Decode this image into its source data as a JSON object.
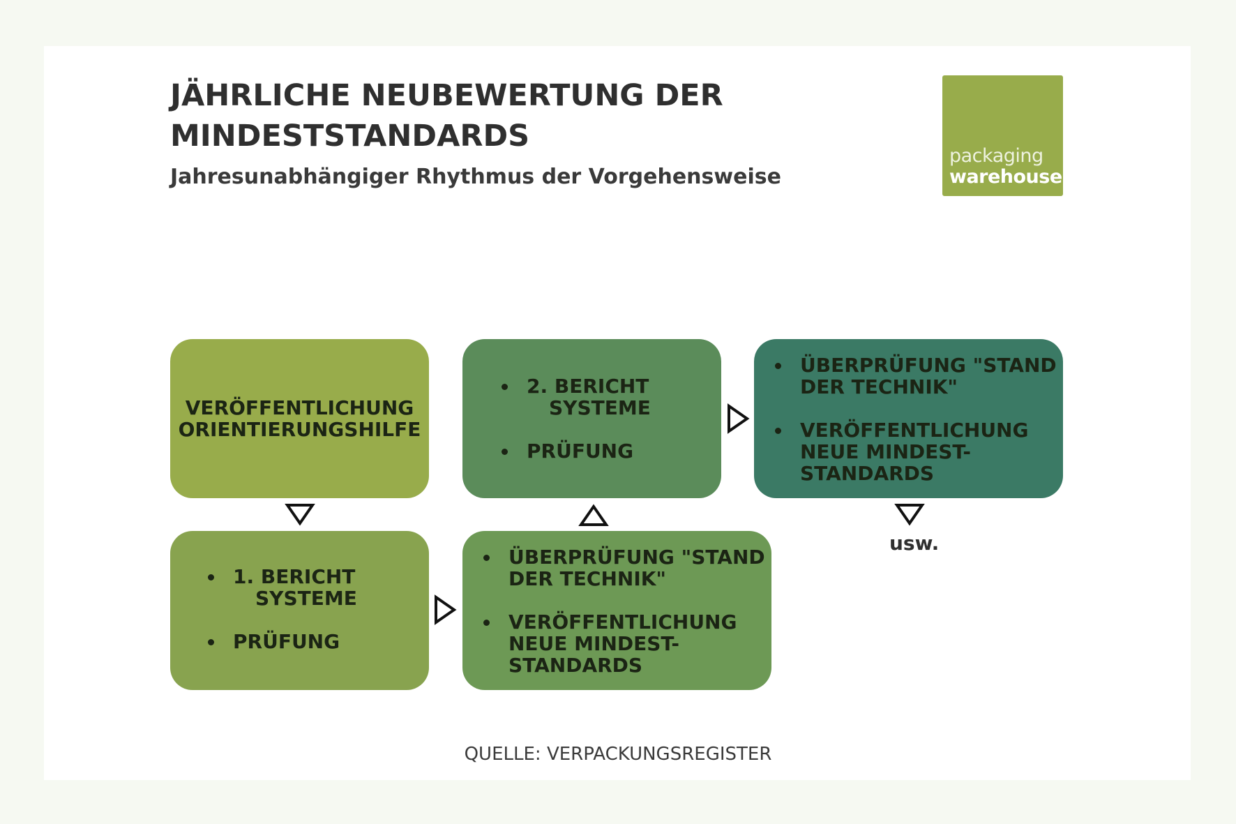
{
  "header": {
    "title_line1": "JÄHRLICHE NEUBEWERTUNG DER",
    "title_line2": "MINDESTSTANDARDS",
    "subtitle": "Jahresunabhängiger Rhythmus der Vorgehensweise"
  },
  "logo": {
    "line1": "packaging",
    "line2": "warehouse",
    "color": "#98ac4b"
  },
  "boxes": {
    "publication": {
      "line1": "VERÖFFENTLICHUNG",
      "line2": "ORIENTIERUNGSHILFE",
      "color": "#98ac4b"
    },
    "report1": {
      "item1_line1": "1. BERICHT",
      "item1_line2": "SYSTEME",
      "item2": "PRÜFUNG",
      "color": "#88a34f"
    },
    "review1": {
      "item1_line1": "ÜBERPRÜFUNG \"STAND",
      "item1_line2": "DER TECHNIK\"",
      "item2_line1": "VERÖFFENTLICHUNG",
      "item2_line2": "NEUE MINDEST-",
      "item2_line3": "STANDARDS",
      "color": "#6d9955"
    },
    "report2": {
      "item1_line1": "2. BERICHT",
      "item1_line2": "SYSTEME",
      "item2": "PRÜFUNG",
      "color": "#5b8c5a"
    },
    "review2": {
      "item1_line1": "ÜBERPRÜFUNG \"STAND",
      "item1_line2": "DER TECHNIK\"",
      "item2_line1": "VERÖFFENTLICHUNG",
      "item2_line2": "NEUE MINDEST-",
      "item2_line3": "STANDARDS",
      "color": "#3b7a65"
    }
  },
  "continuation_label": "usw.",
  "source": "QUELLE: VERPACKUNGSREGISTER"
}
